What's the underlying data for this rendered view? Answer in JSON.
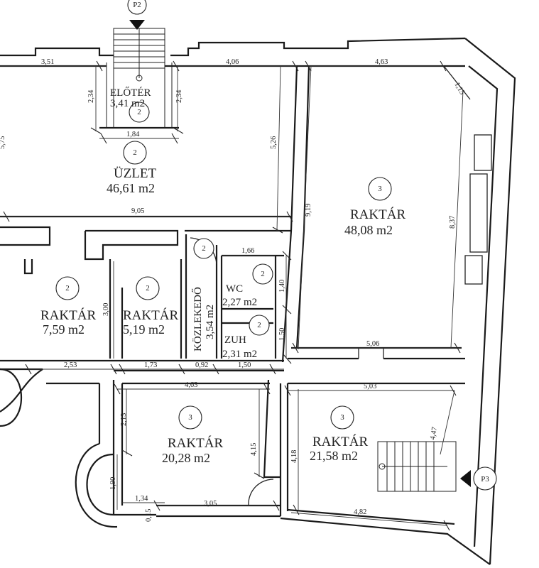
{
  "markers": {
    "p2": "P2",
    "p3": "P3"
  },
  "rooms": {
    "eloter": {
      "name": "ELŐTÉR",
      "area": "3,41  m2",
      "zone": "2"
    },
    "uzlet": {
      "name": "ÜZLET",
      "area": "46,61  m2",
      "zone": "2"
    },
    "raktar_large": {
      "name": "RAKTÁR",
      "area": "48,08  m2",
      "zone": "3"
    },
    "raktar_759": {
      "name": "RAKTÁR",
      "area": "7,59  m2",
      "zone": "2"
    },
    "raktar_519": {
      "name": "RAKTÁR",
      "area": "5,19  m2",
      "zone": "2"
    },
    "kozlekedo": {
      "name": "KÖZLEKEDŐ",
      "area": "3,54  m2",
      "zone": "2"
    },
    "wc": {
      "name": "WC",
      "area": "2,27 m2",
      "zone": "2"
    },
    "zuh": {
      "name": "ZUH",
      "area": "2,31 m2",
      "zone": "2"
    },
    "raktar_2028": {
      "name": "RAKTÁR",
      "area": "20,28  m2",
      "zone": "3"
    },
    "raktar_2158": {
      "name": "RAKTÁR",
      "area": "21,58  m2",
      "zone": "3"
    }
  },
  "dimensions": {
    "d351": "3,51",
    "d406": "4,06",
    "d463_top": "4,63",
    "d115": "1,15",
    "d234_l": "2,34",
    "d234_r": "2,34",
    "d184": "1,84",
    "d526": "5,26",
    "d905": "9,05",
    "d919": "9,19",
    "d837": "8,37",
    "d166": "1,66",
    "d140": "1,40",
    "d150_v": "1,50",
    "d300": "3,00",
    "d506": "5,06",
    "d253": "2,53",
    "d173": "1,73",
    "d092": "0,92",
    "d150_h": "1,50",
    "d463_mid": "4,63",
    "d503": "5,03",
    "d213": "2,13",
    "d415": "4,15",
    "d418": "4,18",
    "d447": "4,47",
    "d190": "1,90",
    "d134": "1,34",
    "d305": "3,05",
    "d482": "4,82",
    "d015": "0,15",
    "d_left": "5,75"
  }
}
